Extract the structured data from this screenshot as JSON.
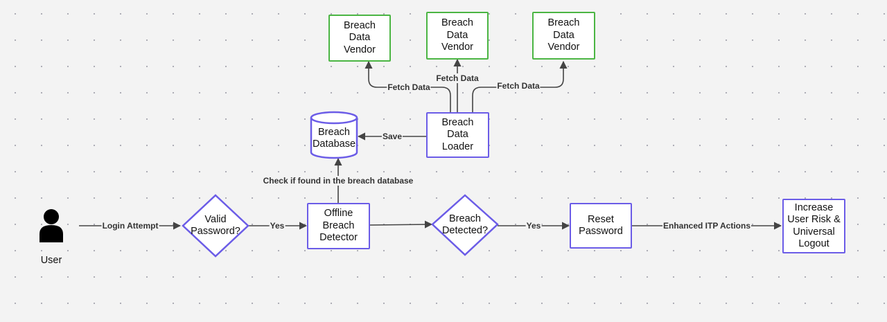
{
  "actor": {
    "label": "User",
    "icon": "user-icon"
  },
  "nodes": {
    "valid_password": "Valid\nPassword?",
    "offline_detector": "Offline\nBreach\nDetector",
    "breach_detected": "Breach\nDetected?",
    "reset_password": "Reset\nPassword",
    "increase_risk": "Increase\nUser Risk &\nUniversal\nLogout",
    "breach_database": "Breach\nDatabase",
    "data_loader": "Breach\nData\nLoader",
    "vendor_1": "Breach\nData\nVendor",
    "vendor_2": "Breach\nData\nVendor",
    "vendor_3": "Breach\nData\nVendor"
  },
  "edges": {
    "login_attempt": "Login Attempt",
    "yes_1": "Yes",
    "check_db": "Check if found in the breach database",
    "yes_2": "Yes",
    "enhanced_itp": "Enhanced ITP Actions",
    "save": "Save",
    "fetch_1": "Fetch Data",
    "fetch_2": "Fetch Data",
    "fetch_3": "Fetch Data"
  },
  "colors": {
    "process_border": "#6b5ce7",
    "vendor_border": "#4bb543",
    "connector": "#444444",
    "background": "#f3f3f3"
  }
}
